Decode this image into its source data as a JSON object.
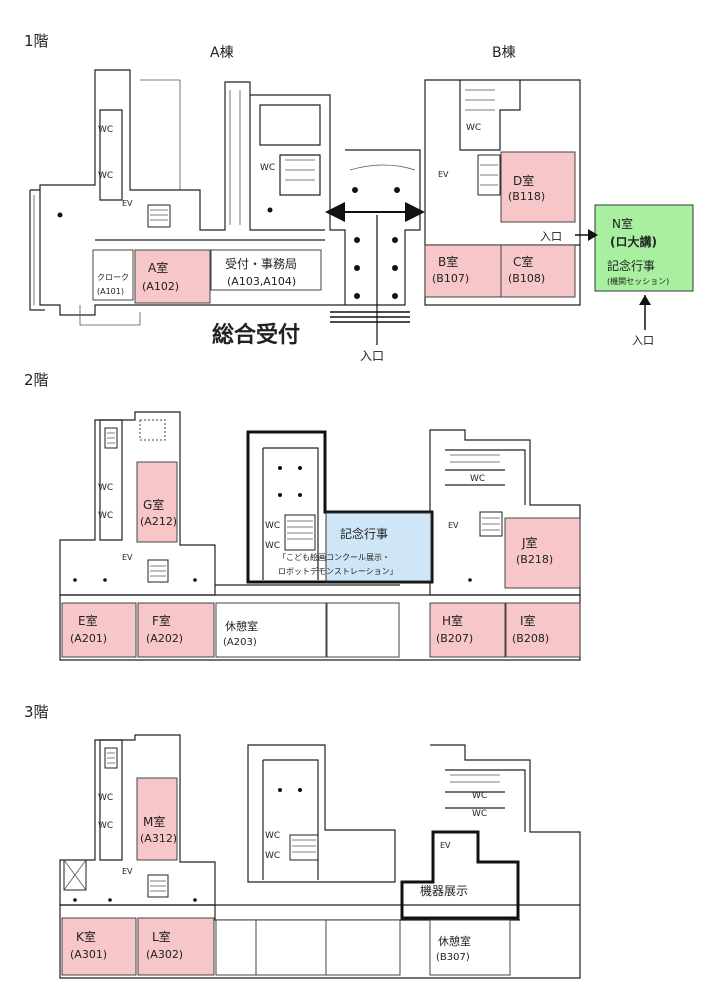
{
  "floor1": {
    "title": "1階",
    "building_a": "A棟",
    "building_b": "B棟",
    "rooms": [
      {
        "name": "A室",
        "code": "(A102)"
      },
      {
        "name": "受付・事務局",
        "code": "(A103,A104)"
      },
      {
        "name": "クローク",
        "code": "(A101)"
      },
      {
        "name": "B室",
        "code": "(B107)"
      },
      {
        "name": "C室",
        "code": "(B108)"
      },
      {
        "name": "D室",
        "code": "(B118)"
      },
      {
        "name": "N室",
        "code": "(ロ大講)",
        "desc": "記念行事",
        "sub": "(機関セッション)"
      }
    ],
    "reception": "総合受付",
    "entrance1": "入口",
    "entrance2": "入口",
    "entrance3": "入口",
    "wc": [
      "WC",
      "WC",
      "WC",
      "WC"
    ],
    "ev": [
      "EV",
      "EV"
    ]
  },
  "floor2": {
    "title": "2階",
    "rooms": [
      {
        "name": "G室",
        "code": "(A212)"
      },
      {
        "name": "J室",
        "code": "(B218)"
      },
      {
        "name": "E室",
        "code": "(A201)"
      },
      {
        "name": "F室",
        "code": "(A202)"
      },
      {
        "name": "休憩室",
        "code": "(A203)"
      },
      {
        "name": "H室",
        "code": "(B207)"
      },
      {
        "name": "I室",
        "code": "(B208)"
      }
    ],
    "event": {
      "title": "記念行事",
      "line1": "「こども絵画コンクール展示・",
      "line2": "ロボットデモンストレーション」"
    },
    "wc": [
      "WC",
      "WC",
      "WC",
      "WC",
      "WC"
    ],
    "ev": [
      "EV",
      "EV"
    ]
  },
  "floor3": {
    "title": "3階",
    "rooms": [
      {
        "name": "M室",
        "code": "(A312)"
      },
      {
        "name": "K室",
        "code": "(A301)"
      },
      {
        "name": "L室",
        "code": "(A302)"
      },
      {
        "name": "休憩室",
        "code": "(B307)"
      }
    ],
    "exhibit": "機器展示",
    "wc": [
      "WC",
      "WC",
      "WC",
      "WC",
      "WC",
      "WC"
    ],
    "ev": [
      "EV",
      "EV"
    ]
  },
  "colors": {
    "room_highlight": "#f6c6c8",
    "n_room": "#a8f0a0",
    "event": "#cfe6f6",
    "wall": "#222222"
  }
}
